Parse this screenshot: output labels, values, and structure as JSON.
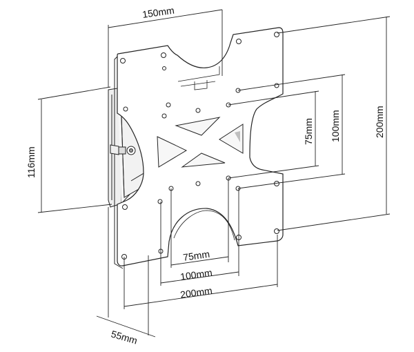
{
  "dimensions": {
    "top_width": "150mm",
    "side_height": "116mm",
    "inner_75_vertical": "75mm",
    "inner_100_vertical": "100mm",
    "outer_200_vertical": "200mm",
    "bottom_75": "75mm",
    "bottom_100": "100mm",
    "bottom_200": "200mm",
    "depth": "55mm"
  },
  "colors": {
    "line": "#222222",
    "plate_fill": "#ffffff",
    "arm_fill": "#f2f2f2",
    "shadow": "#d9d9d9"
  }
}
